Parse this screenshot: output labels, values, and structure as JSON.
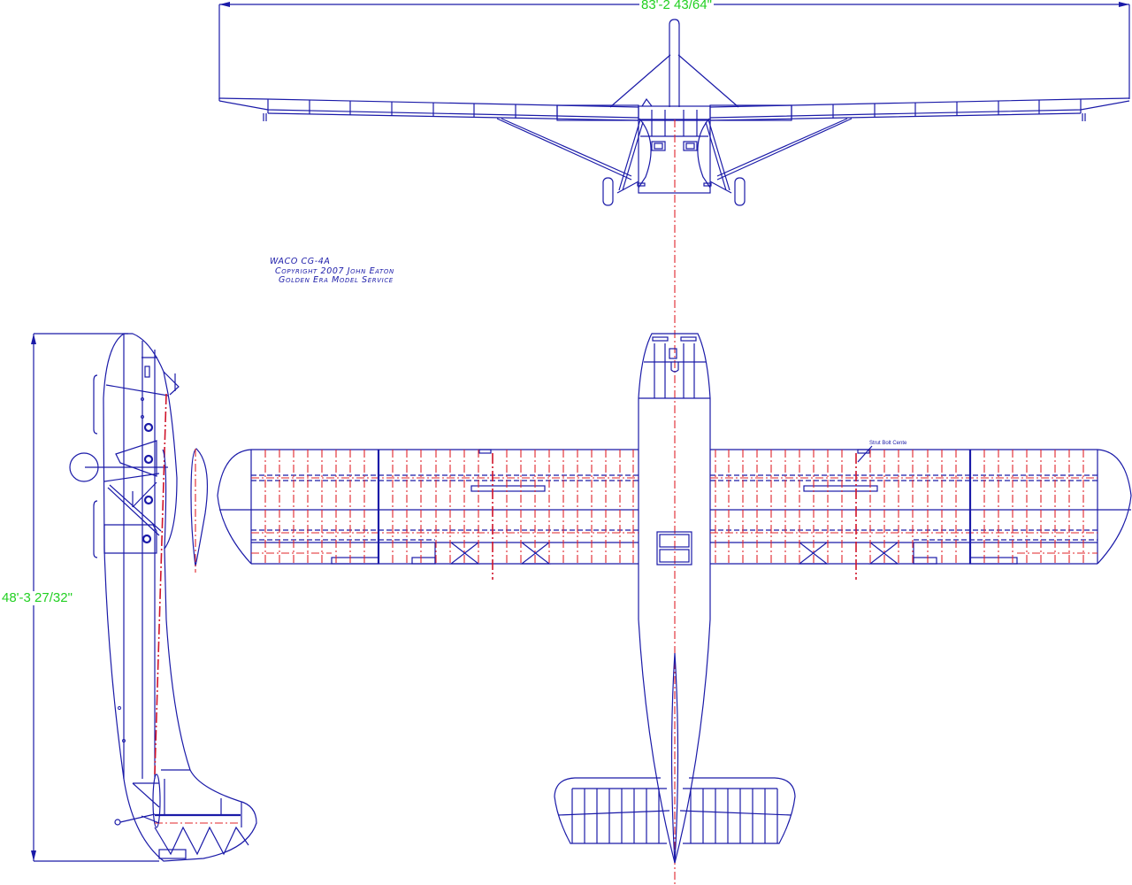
{
  "drawing": {
    "subject": "WACO CG-4A glider three-view",
    "views": [
      "front-view",
      "top-view",
      "side-view",
      "wing-section"
    ],
    "colors": {
      "outline": "#1a1aa8",
      "centerline": "#e0242a",
      "dimension_text": "#22d022",
      "background": "#ffffff"
    }
  },
  "title_block": {
    "line1": "WACO CG-4A",
    "line2": "Copyright 2007 John Eaton",
    "line3": "Golden Era Model Service"
  },
  "dimensions": {
    "wingspan": "83'-2 43/64\"",
    "length": "48'-3 27/32\""
  },
  "annotations": {
    "strut_bolt": "Strut Bolt Cente"
  }
}
